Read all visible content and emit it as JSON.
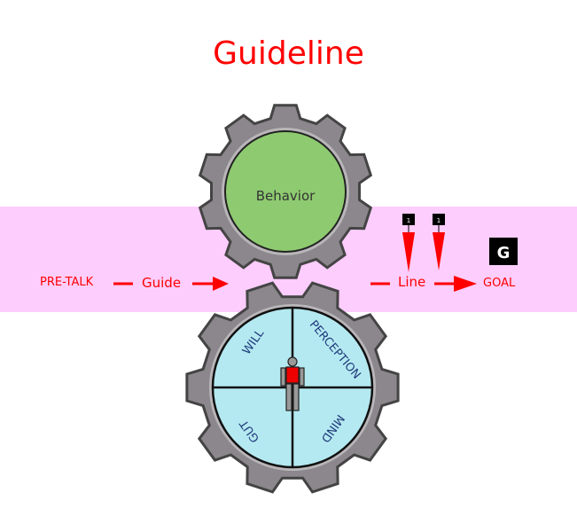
{
  "title": "Guideline",
  "flow": {
    "pre_talk": "PRE-TALK",
    "guide": "Guide",
    "line": "Line",
    "goal": "GOAL"
  },
  "markers": [
    "1",
    "1"
  ],
  "goal_badge": "G",
  "top_gear": {
    "label": "Behavior"
  },
  "bottom_gear": {
    "quadrants": [
      "WILL",
      "PERCEPTION",
      "GUT",
      "MIND"
    ]
  },
  "colors": {
    "accent": "#ff0000",
    "band": "#fdcdfd",
    "gear": "#8c878c",
    "behavior": "#8ecb70",
    "quadrant": "#b4e9f1",
    "quadrant_text": "#1f3a7a"
  }
}
